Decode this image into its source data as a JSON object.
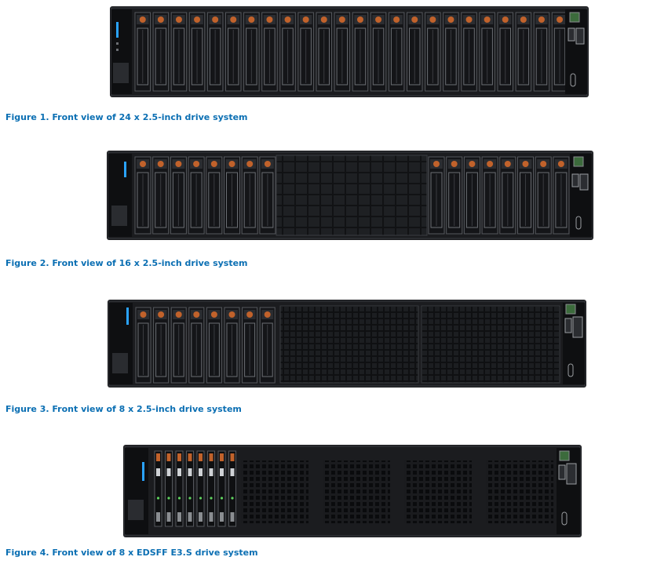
{
  "colors": {
    "caption": "#0b6fb3",
    "chassis": "#1b1c1f",
    "bezel": "#0e0f11",
    "drive_latch": "#c1622b",
    "status_led": "#2aa3ff"
  },
  "figures": [
    {
      "caption": "Figure 1. Front view of 24 x 2.5-inch drive system",
      "drives": 24,
      "drive_type": "2.5-inch"
    },
    {
      "caption": "Figure 2. Front view of 16 x 2.5-inch drive system",
      "drives": 16,
      "drive_type": "2.5-inch"
    },
    {
      "caption": "Figure 3. Front view of 8 x 2.5-inch drive system",
      "drives": 8,
      "drive_type": "2.5-inch"
    },
    {
      "caption": "Figure 4. Front view of 8 x EDSFF E3.S drive system",
      "drives": 8,
      "drive_type": "EDSFF E3.S"
    }
  ]
}
